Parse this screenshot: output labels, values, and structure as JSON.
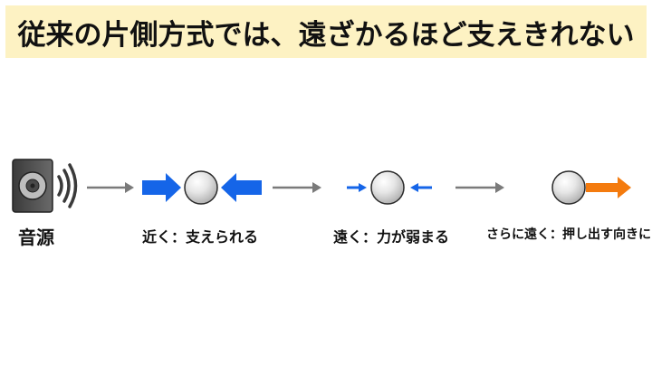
{
  "title": "従来の片側方式では、遠ざかるほど支えきれない",
  "captions": {
    "source": "音源",
    "near": "近く：支えられる",
    "far": "遠く：力が弱まる",
    "farther": "さらに遠く：押し出す向きに"
  },
  "icons": {
    "speaker": "speaker-icon",
    "sphere": "sphere-icon",
    "step_arrow": "right-arrow-icon"
  },
  "colors": {
    "title_background": "#fdf2c3",
    "force_arrow": "#1565e8",
    "push_arrow": "#f47b0e",
    "step_arrow": "#7a7a7a",
    "text": "#111111"
  }
}
